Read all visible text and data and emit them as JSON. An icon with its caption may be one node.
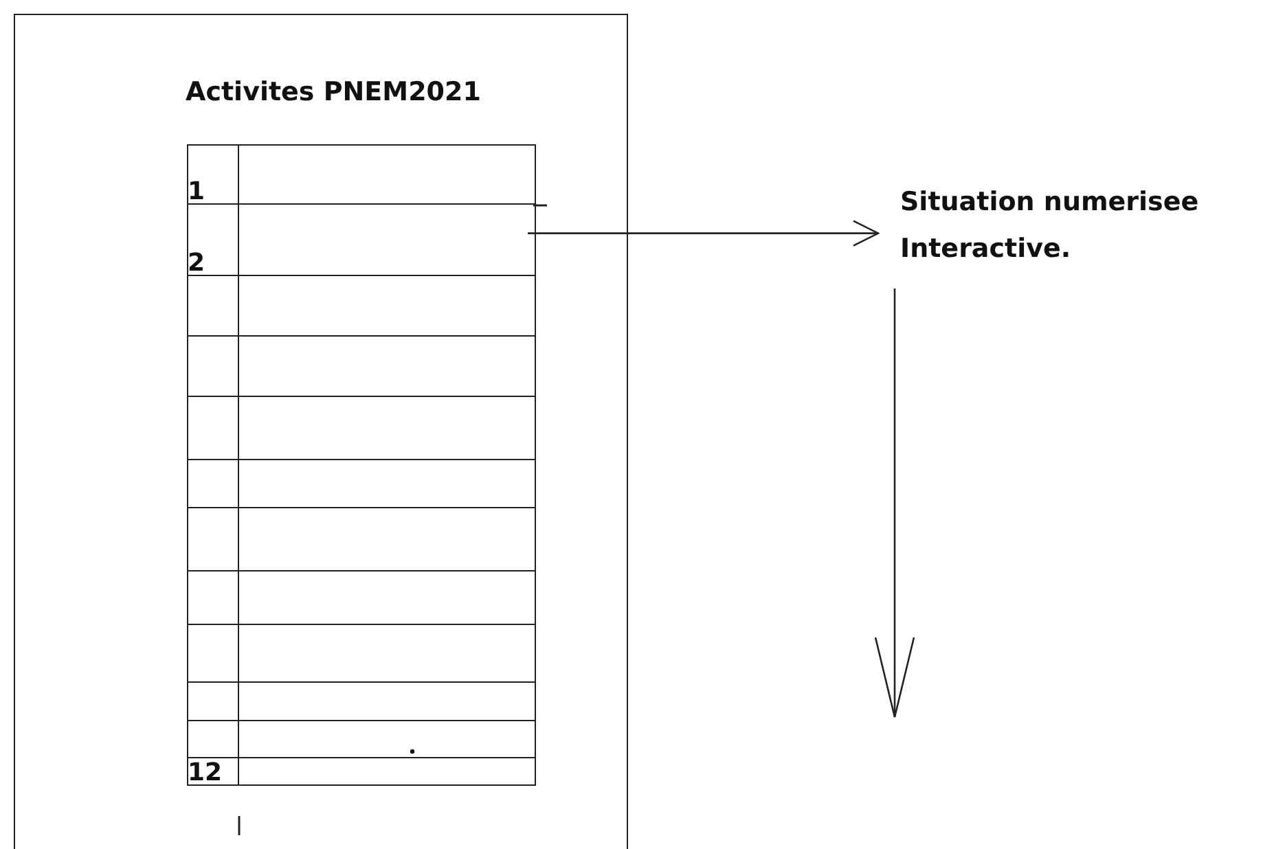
{
  "diagram": {
    "nodes": [
      {
        "text": [
          "Activites PNEM2021"
        ]
      },
      {
        "text": [
          "1"
        ],
        "in": 0
      },
      {
        "text": [
          "2"
        ],
        "in": 0
      },
      {
        "text": [],
        "shape": "box",
        "in": 0
      },
      {
        "text": [],
        "shape": "box",
        "in": 0
      },
      {
        "text": [],
        "shape": "box",
        "in": 0
      },
      {
        "text": [],
        "shape": "box",
        "in": 0
      },
      {
        "text": [],
        "shape": "box",
        "in": 0
      },
      {
        "text": [],
        "shape": "box",
        "in": 0
      },
      {
        "text": [],
        "shape": "box",
        "in": 0
      },
      {
        "text": [],
        "shape": "box",
        "in": 0
      },
      {
        "text": [],
        "shape": "box",
        "in": 0
      },
      {
        "text": [
          "12"
        ],
        "in": 0
      },
      {
        "text": [
          "Situation numerisee Interactive."
        ]
      }
    ],
    "edges": [
      {
        "from": 2,
        "to": 13,
        "arrow": "to"
      },
      {
        "from": 13,
        "to": null,
        "arrow": "to"
      }
    ]
  }
}
